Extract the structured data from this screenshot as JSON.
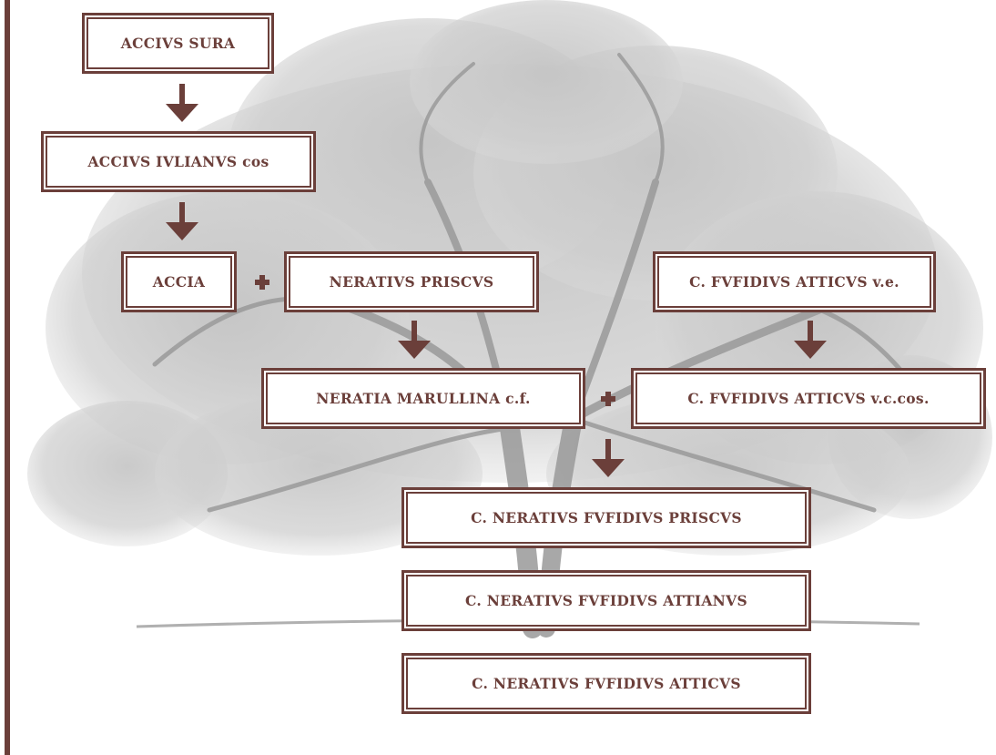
{
  "colors": {
    "accent": "#6b3f3a",
    "box_fill": "#ffffff",
    "tree": "#c9c9c9"
  },
  "nodes": {
    "accius_sura": "ACCIVS SURA",
    "accius_iulianus": "ACCIVS IVLIANVS cos",
    "accia": "ACCIA",
    "neratius_priscus": "NERATIVS PRISCVS",
    "fufidius_atticus_ve": "C. FVFIDIVS ATTICVS v.e.",
    "neratia_marullina": "NERATIA MARULLINA c.f.",
    "fufidius_atticus_vccos": "C. FVFIDIVS ATTICVS v.c.cos.",
    "neratius_fufidius_priscus": "C. NERATIVS FVFIDIVS PRISCVS",
    "neratius_fufidius_attianus": "C. NERATIVS FVFIDIVS ATTIANVS",
    "neratius_fufidius_atticus": "C. NERATIVS FVFIDIVS ATTICVS"
  },
  "connectors": {
    "arrow_icon": "down-arrow-icon",
    "union_icon": "plus-icon"
  }
}
